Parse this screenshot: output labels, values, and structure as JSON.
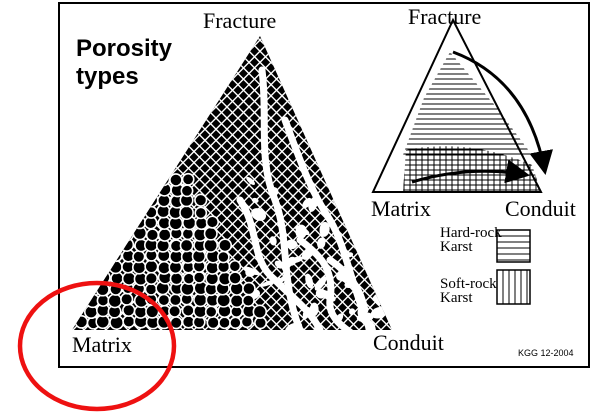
{
  "title": {
    "line1": "Porosity",
    "line2": "types"
  },
  "main_triangle": {
    "top_label": "Fracture",
    "left_label": "Matrix",
    "right_label": "Conduit"
  },
  "small_triangle": {
    "top_label": "Fracture",
    "left_label": "Matrix",
    "right_label": "Conduit"
  },
  "legend": {
    "items": [
      {
        "line1": "Hard-rock",
        "line2": "Karst",
        "pattern": "horizontal-lines"
      },
      {
        "line1": "Soft-rock",
        "line2": "Karst",
        "pattern": "vertical-lines"
      }
    ]
  },
  "credit": "KGG 12-2004",
  "highlight": {
    "shape": "ellipse",
    "color": "#ee1111",
    "target": "Matrix"
  }
}
